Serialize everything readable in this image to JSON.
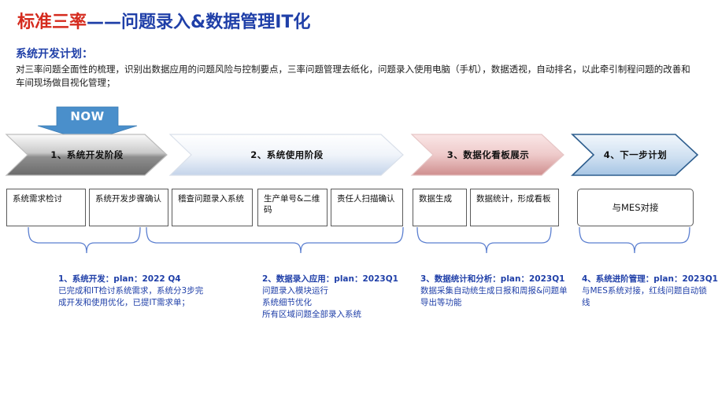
{
  "header": {
    "title_red": "标准三率",
    "title_blue": "——问题录入&数据管理IT化",
    "subtitle": "系统开发计划：",
    "paragraph": "对三率问题全面性的梳理，识别出数据应用的问题风险与控制要点，三率问题管理去纸化，问题录入使用电脑（手机），数据透视，自动排名，以此牵引制程问题的改善和车间现场做目视化管理；"
  },
  "marker": {
    "now_label": "NOW",
    "color": "#4A8FCB"
  },
  "phases": [
    {
      "label": "1、系统开发阶段",
      "fill_from": "#F2F2F2",
      "fill_to": "#6E6E6E",
      "stroke": "#B0B0B0"
    },
    {
      "label": "2、系统使用阶段",
      "fill_from": "#FDFDFE",
      "fill_to": "#CBD9EC",
      "stroke": "#D7DEE8"
    },
    {
      "label": "3、数据化看板展示",
      "fill_from": "#F6DCDC",
      "fill_to": "#D39292",
      "stroke": "#E3BFBF"
    },
    {
      "label": "4、下一步计划",
      "fill_from": "#EAF2FA",
      "fill_to": "#9FC2E2",
      "stroke": "#2E5E8E"
    }
  ],
  "steps": [
    {
      "label": "系统需求检讨"
    },
    {
      "label": "系统开发步骤确认"
    },
    {
      "label": "稽查问题录入系统"
    },
    {
      "label": "生产单号&二维码"
    },
    {
      "label": "责任人扫描确认"
    },
    {
      "label": "数据生成"
    },
    {
      "label": "数据统计，形成看板"
    },
    {
      "label": "与MES对接"
    }
  ],
  "notes": [
    {
      "heading": "1、系统开发：plan：2022 Q4",
      "line1": "已完成和IT检讨系统需求，系统分3步完",
      "line2": "成开发和使用优化，已提IT需求单；",
      "line3": "",
      "line4": ""
    },
    {
      "heading": "2、数据录入应用：plan：2023Q1",
      "line1": "问题录入模块运行",
      "line2": "系统细节优化",
      "line3": "所有区域问题全部录入系统",
      "line4": ""
    },
    {
      "heading": "3、数据统计和分析：plan：2023Q1",
      "line1": "数据采集自动统生成日报和周报&问题单",
      "line2": "导出等功能",
      "line3": "",
      "line4": ""
    },
    {
      "heading": "4、系统进阶管理：plan：2023Q1",
      "line1": "与MES系统对接，红线问题自动锁",
      "line2": "线",
      "line3": "",
      "line4": ""
    }
  ],
  "colors": {
    "accent_blue": "#1F3FA8",
    "brace_blue": "#5B7FD0",
    "title_red": "#D52B1E"
  }
}
